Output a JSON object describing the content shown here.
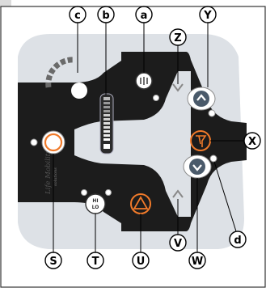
{
  "callouts": {
    "c": "c",
    "b": "b",
    "a": "a",
    "Z": "Z",
    "Y": "Y",
    "X": "X",
    "d": "d",
    "W": "W",
    "V": "V",
    "U": "U",
    "T": "T",
    "S": "S"
  },
  "hilo": {
    "hi": "HI",
    "lo": "LO"
  },
  "brand": {
    "line1": "Life Mobility",
    "line2": "solutions"
  },
  "colors": {
    "panel": "#ffffff",
    "face": "#dde1e6",
    "band": "#1c1c1c",
    "accent": "#f07a2a",
    "button_blue": "#4a5a6a"
  },
  "icons": {
    "light": "headlight-icon",
    "horn": "horn-icon",
    "hazard": "hazard-triangle-icon",
    "power": "power-icon",
    "up": "chevron-up-icon",
    "down": "chevron-down-icon"
  }
}
